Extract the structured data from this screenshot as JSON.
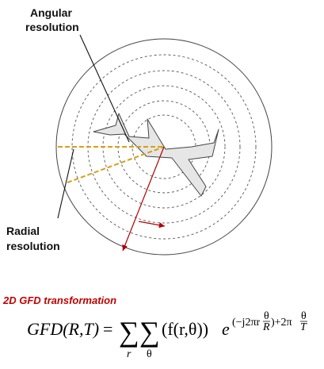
{
  "labels": {
    "angular": [
      "Angular",
      "resolution"
    ],
    "radial": [
      "Radial",
      "resolution"
    ]
  },
  "heading": "2D GFD transformation",
  "formula": {
    "lhs": "GFD(R,T)",
    "eq": "=",
    "sum_index_1": "r",
    "sum_index_2": "θ",
    "sigma": "∑",
    "body": "(f(r,θ))",
    "base": "e",
    "exp_a": "(−j2πr",
    "frac1_num": "θ",
    "frac1_den": "R",
    "exp_b": ")+2π",
    "frac2_num": "θ",
    "frac2_den": "T"
  },
  "colors": {
    "radial_line": "#d4a017",
    "red_arrow": "#b00000",
    "shape_fill": "#e6e6e6",
    "heading": "#c00000"
  }
}
